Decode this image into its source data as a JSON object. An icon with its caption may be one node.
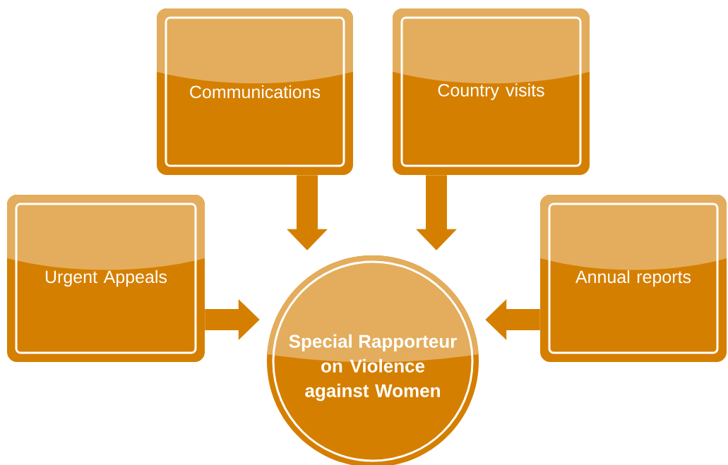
{
  "diagram": {
    "nodes": [
      {
        "text": [
          "Communications"
        ]
      },
      {
        "text": [
          "Country visits"
        ]
      },
      {
        "text": [
          "Urgent Appeals"
        ]
      },
      {
        "text": [
          "Annual reports"
        ]
      },
      {
        "text": [
          "Special Rapporteur on Violence against Women"
        ]
      }
    ],
    "edges": [
      {
        "from": 0,
        "to": 4,
        "arrow": "to"
      },
      {
        "from": 1,
        "to": 4,
        "arrow": "to"
      },
      {
        "from": 2,
        "to": 4,
        "arrow": "to"
      },
      {
        "from": 3,
        "to": 4,
        "arrow": "to"
      }
    ]
  }
}
